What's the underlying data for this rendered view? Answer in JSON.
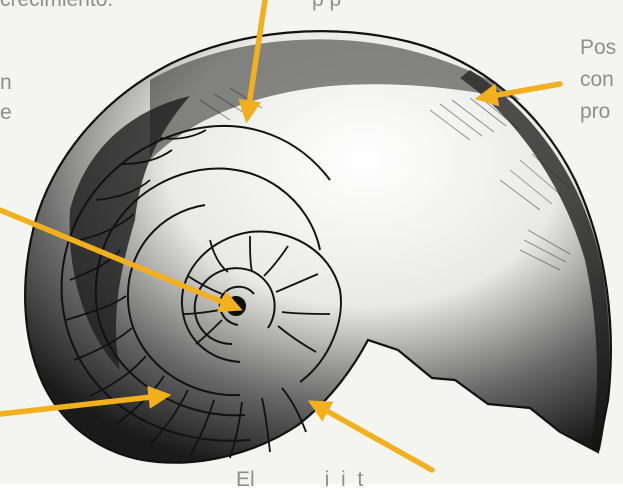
{
  "colors": {
    "paper": "#f4f4f1",
    "arrow": "#f2b01f",
    "ink": "#1b1b1b",
    "text": "#8e8e8e"
  },
  "texts": {
    "top_fragment": "crecimiento.",
    "top_right_fragment": "p  p",
    "left_fragment_1": "n",
    "left_fragment_2": "e",
    "right_fragment_1": "Pos",
    "right_fragment_2": "con",
    "right_fragment_3": "pro",
    "bottom_fragment": "El            i  i  t"
  }
}
